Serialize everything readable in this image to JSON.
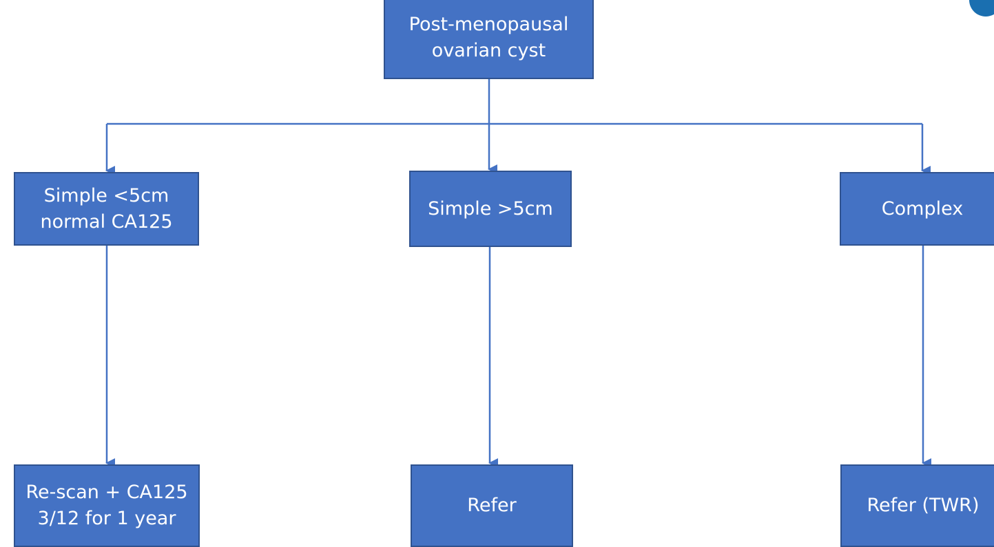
{
  "colors": {
    "box_fill": "#4472c4",
    "box_border": "#2f528f",
    "connector": "#4472c4",
    "box_text": "#ffffff",
    "logo": "#1a6fb0"
  },
  "nodes": {
    "root": {
      "line1": "Post-menopausal",
      "line2": "ovarian cyst"
    },
    "simple_small": {
      "line1": "Simple <5cm",
      "line2": "normal CA125"
    },
    "simple_large": {
      "line1": "Simple >5cm"
    },
    "complex": {
      "line1": "Complex"
    },
    "rescan": {
      "line1": "Re-scan + CA125",
      "line2": "3/12 for 1 year"
    },
    "refer": {
      "line1": "Refer"
    },
    "refer_twr": {
      "line1": "Refer (TWR)"
    }
  },
  "edges": [
    {
      "from": "root",
      "to": "simple_small"
    },
    {
      "from": "root",
      "to": "simple_large"
    },
    {
      "from": "root",
      "to": "complex"
    },
    {
      "from": "simple_small",
      "to": "rescan"
    },
    {
      "from": "simple_large",
      "to": "refer"
    },
    {
      "from": "complex",
      "to": "refer_twr"
    }
  ]
}
